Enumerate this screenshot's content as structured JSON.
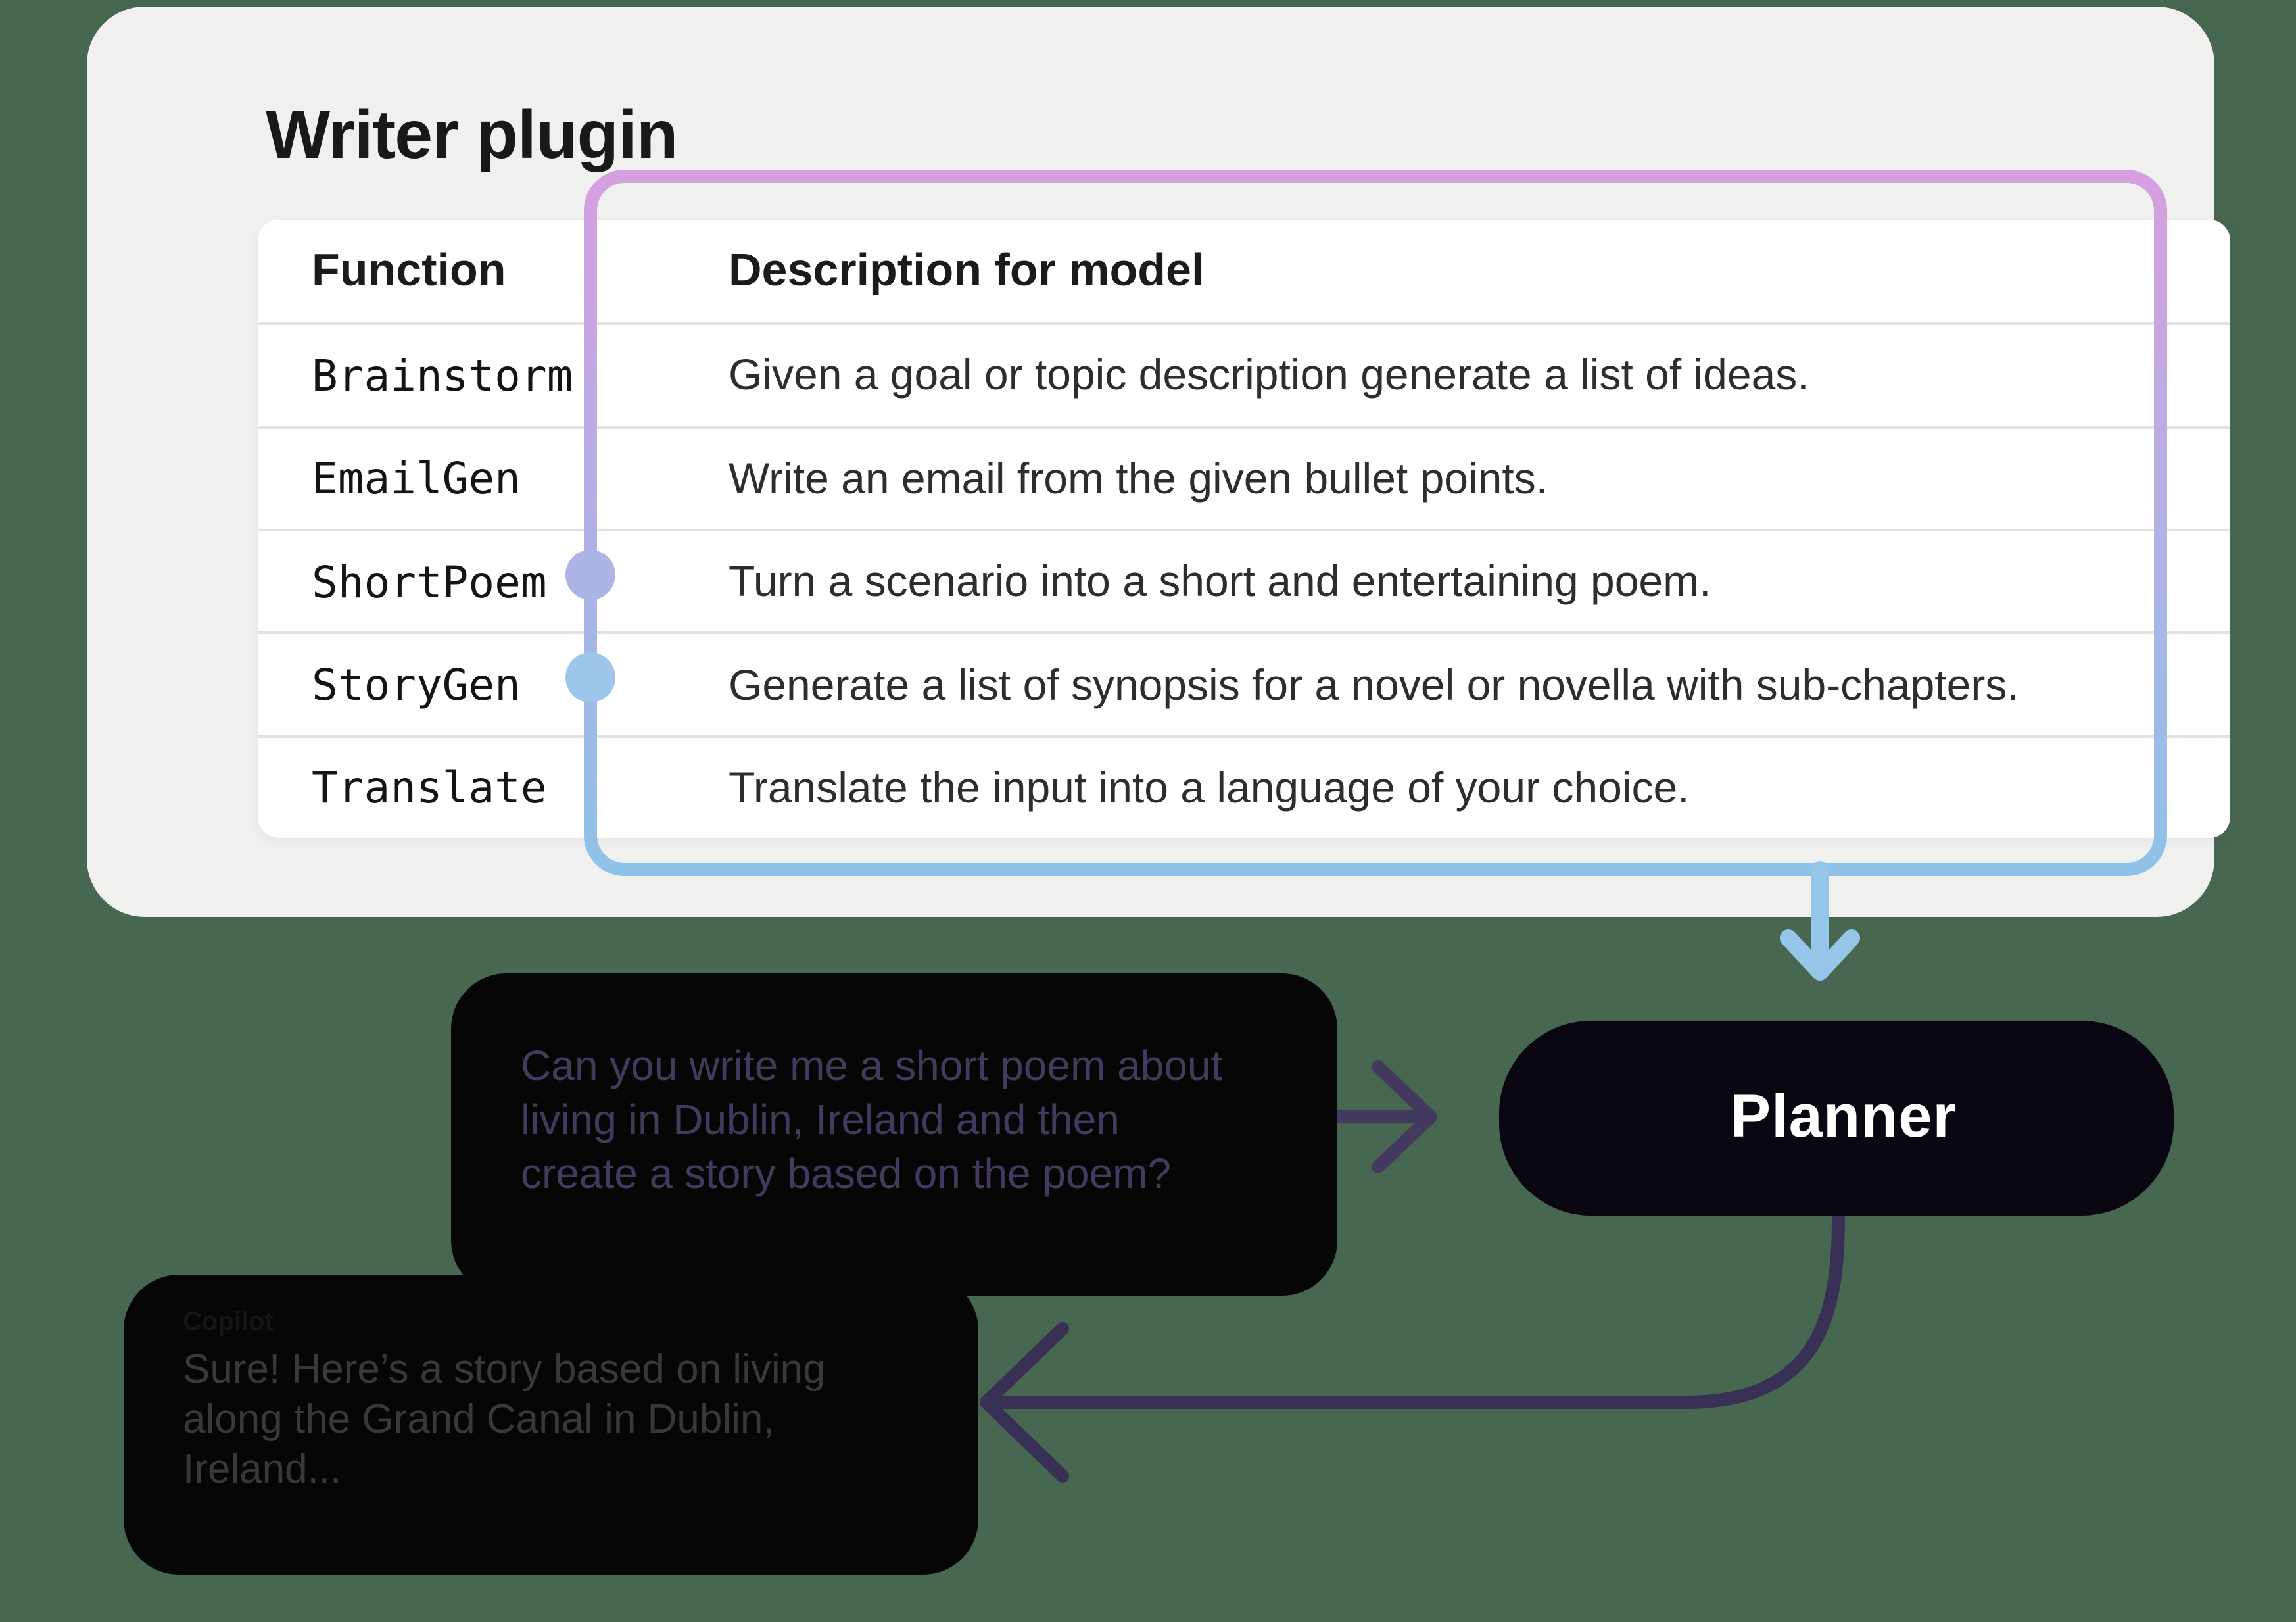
{
  "canvas": {
    "background_color": "#486751"
  },
  "plugin_card": {
    "title": "Writer plugin",
    "card_color": "#f0f0ef",
    "table": {
      "columns": [
        "Function",
        "Description for model"
      ],
      "rows": [
        {
          "function": "Brainstorm",
          "description": "Given a goal or topic description generate a list of ideas.",
          "connected": false
        },
        {
          "function": "EmailGen",
          "description": "Write an email from the given bullet points.",
          "connected": false
        },
        {
          "function": "ShortPoem",
          "description": "Turn a scenario into a short and entertaining poem.",
          "connected": true
        },
        {
          "function": "StoryGen",
          "description": "Generate a list of synopsis for a novel or novella with sub-chapters.",
          "connected": true
        },
        {
          "function": "Translate",
          "description": "Translate the input into a language of your choice.",
          "connected": false
        }
      ]
    },
    "highlight_border": {
      "top_color": "#d69fe0",
      "bottom_color": "#8fc2e9"
    },
    "connector_dots": [
      {
        "row": "ShortPoem",
        "color": "#adb5e7"
      },
      {
        "row": "StoryGen",
        "color": "#9dc6eb"
      }
    ]
  },
  "flow": {
    "user_bubble": {
      "lines": [
        "Can you write me a short poem about",
        "living in Dublin, Ireland and then",
        "create a story based on the poem?"
      ],
      "text_color": "#443a5e"
    },
    "planner": {
      "label": "Planner",
      "gradient": [
        "#d8a5e1",
        "#9bcae9"
      ]
    },
    "copilot_bubble": {
      "author": "Copilot",
      "lines": [
        "Sure! Here’s a story based on living",
        "along the Grand Canal in Dublin,",
        "Ireland..."
      ]
    },
    "arrows": {
      "plugin_to_planner_color": "#95c6ea",
      "user_to_planner_color": "#44395e",
      "planner_to_copilot_color": "#383055"
    }
  }
}
